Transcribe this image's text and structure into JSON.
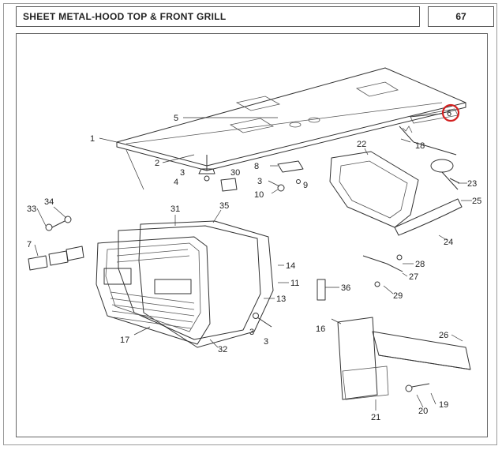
{
  "header": {
    "title": "SHEET METAL-HOOD TOP & FRONT GRILL",
    "page_number": "67"
  },
  "callouts": [
    "1",
    "2",
    "3",
    "4",
    "5",
    "6",
    "8",
    "3",
    "9",
    "30",
    "10",
    "18",
    "22",
    "23",
    "25",
    "24",
    "33",
    "34",
    "7",
    "31",
    "35",
    "14",
    "11",
    "13",
    "36",
    "28",
    "27",
    "29",
    "17",
    "3",
    "3",
    "32",
    "16",
    "26",
    "20",
    "19",
    "21"
  ],
  "highlight": {
    "label": "6",
    "color": "#d32020"
  },
  "colors": {
    "line": "#333333",
    "frame": "#666666",
    "text": "#222222"
  }
}
